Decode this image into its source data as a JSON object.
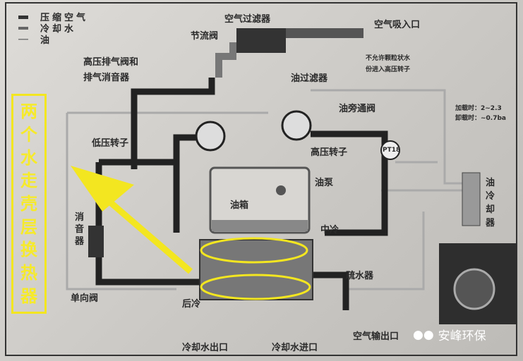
{
  "legend": [
    {
      "line": "thick",
      "label": "压缩空气"
    },
    {
      "line": "double",
      "label": "冷却水"
    },
    {
      "line": "thin",
      "label": "油"
    }
  ],
  "labels": {
    "air_filter": "空气过滤器",
    "air_inlet": "空气吸入口",
    "throttle": "节流阀",
    "hp_valve_1": "高压排气阀和",
    "hp_valve_2": "排气消音器",
    "oil_filter": "油过滤器",
    "note_1": "不允许颗粒状水",
    "note_2": "份进入高压转子",
    "oil_bypass": "油旁通阀",
    "load": "加载时：2~2.3",
    "unload": "卸载时：~0.7ba",
    "lp_rotor": "低压转子",
    "hp_rotor": "高压转子",
    "pt18": "PT18",
    "oil_pump": "油泵",
    "oil_tank": "油箱",
    "intercooler": "中冷",
    "oil_cooler": "油冷却器",
    "silencer": "消音器",
    "check_valve": "单向阀",
    "aftercooler": "后冷",
    "drain": "疏水器",
    "cw_out": "冷却水出口",
    "cw_in": "冷却水进口",
    "air_out": "空气输出口"
  },
  "callout": [
    "两",
    "个",
    "水",
    "走",
    "壳",
    "层",
    "换",
    "热",
    "器"
  ],
  "watermark": "安峰环保",
  "colors": {
    "highlight": "#f3e620",
    "pipe": "#222222"
  }
}
